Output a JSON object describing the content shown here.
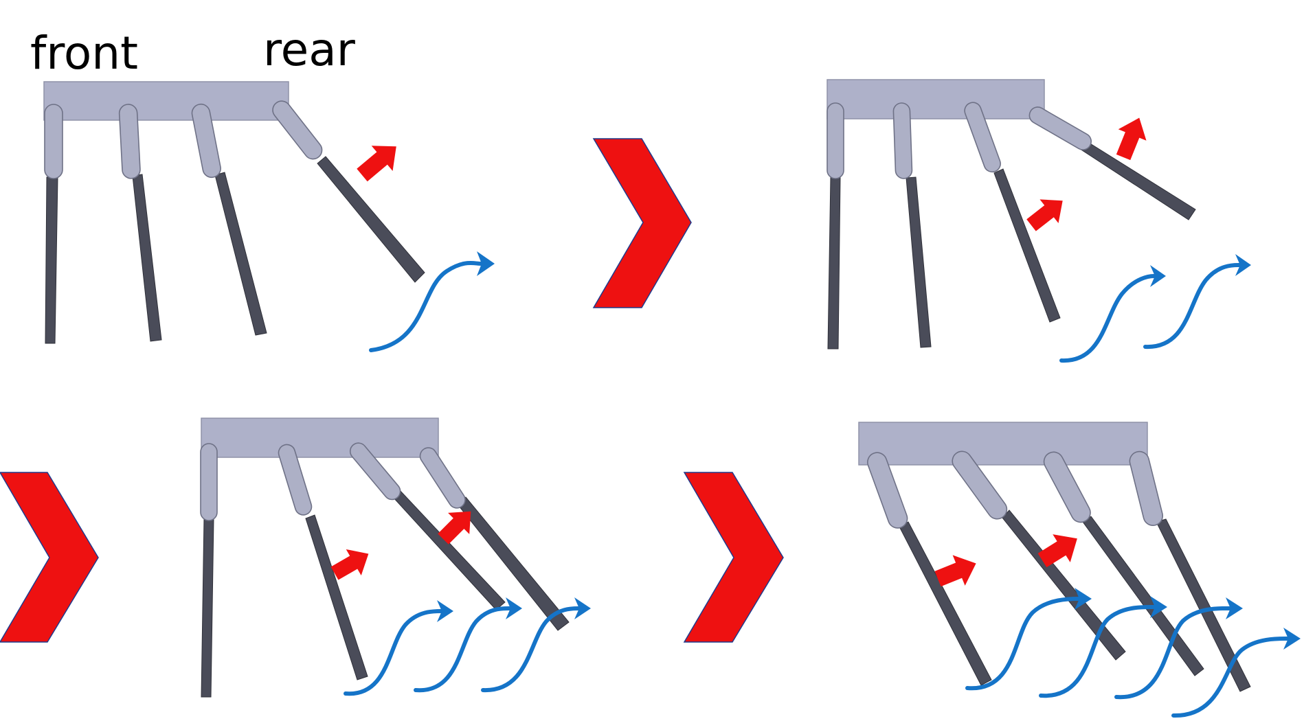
{
  "labels": {
    "front": "front",
    "rear": "rear"
  },
  "colors": {
    "body": "#aeb1c9",
    "body_stroke": "#8f92a8",
    "coxa": "#adb0c6",
    "coxa_stroke": "#6e7186",
    "blade": "#4a4c59",
    "force_arrow": "#ee1111",
    "flow_arrow": "#1574c8",
    "stage_chevron": "#ee1111",
    "stage_chevron_stroke": "#1f3a8c"
  },
  "icons": {
    "stage_separator": "chevron-right-icon",
    "force": "arrow-up-right-icon",
    "flow": "wave-arrow-right-icon"
  },
  "stages": [
    {
      "active_blades": [
        4
      ]
    },
    {
      "active_blades": [
        3,
        4
      ]
    },
    {
      "active_blades": [
        2,
        3,
        4
      ]
    },
    {
      "active_blades": [
        1,
        2,
        3,
        4
      ]
    }
  ]
}
